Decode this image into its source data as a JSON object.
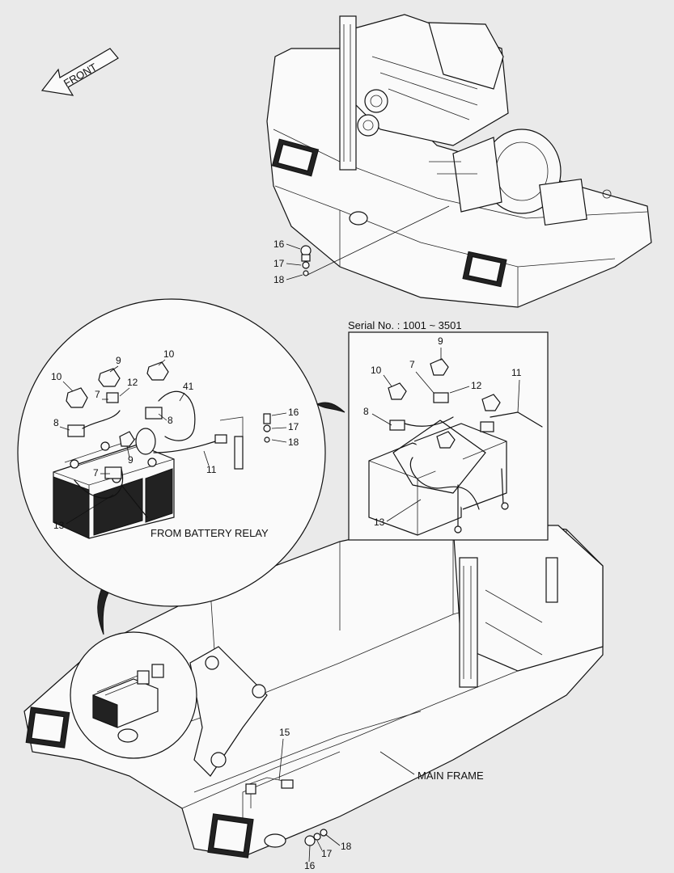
{
  "front_arrow": {
    "label": "FRONT"
  },
  "labels": {
    "serial": "Serial No. : 1001 ~ 3501",
    "battery_relay": "FROM BATTERY RELAY",
    "main_frame": "MAIN FRAME"
  },
  "callouts": {
    "top_16": "16",
    "top_17": "17",
    "top_18": "18",
    "c_9": "9",
    "c_10a": "10",
    "c_10b": "10",
    "c_12": "12",
    "c_41": "41",
    "c_7a": "7",
    "c_8a": "8",
    "c_8b": "8",
    "c_9b": "9",
    "c_7b": "7",
    "c_16": "16",
    "c_17": "17",
    "c_18": "18",
    "c_11": "11",
    "c_13": "13",
    "r_9": "9",
    "r_10": "10",
    "r_7": "7",
    "r_12": "12",
    "r_11": "11",
    "r_8": "8",
    "r_13": "13",
    "b_15": "15",
    "b_18": "18",
    "b_17": "17",
    "b_16": "16"
  }
}
